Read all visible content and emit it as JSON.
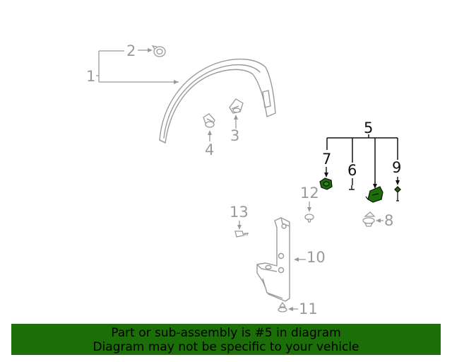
{
  "callouts": {
    "c1": "1",
    "c2": "2",
    "c3": "3",
    "c4": "4",
    "c5": "5",
    "c6": "6",
    "c7": "7",
    "c8": "8",
    "c9": "9",
    "c10": "10",
    "c11": "11",
    "c12": "12",
    "c13": "13"
  },
  "banner": {
    "line1": "Part or sub-assembly is #5 in diagram",
    "line2": "Diagram may not be specific to your vehicle"
  },
  "colors": {
    "highlight": "#1b6e08",
    "part_line": "#9a9a9a",
    "callout_gray": "#9a9a9a",
    "callout_black": "#111111"
  }
}
